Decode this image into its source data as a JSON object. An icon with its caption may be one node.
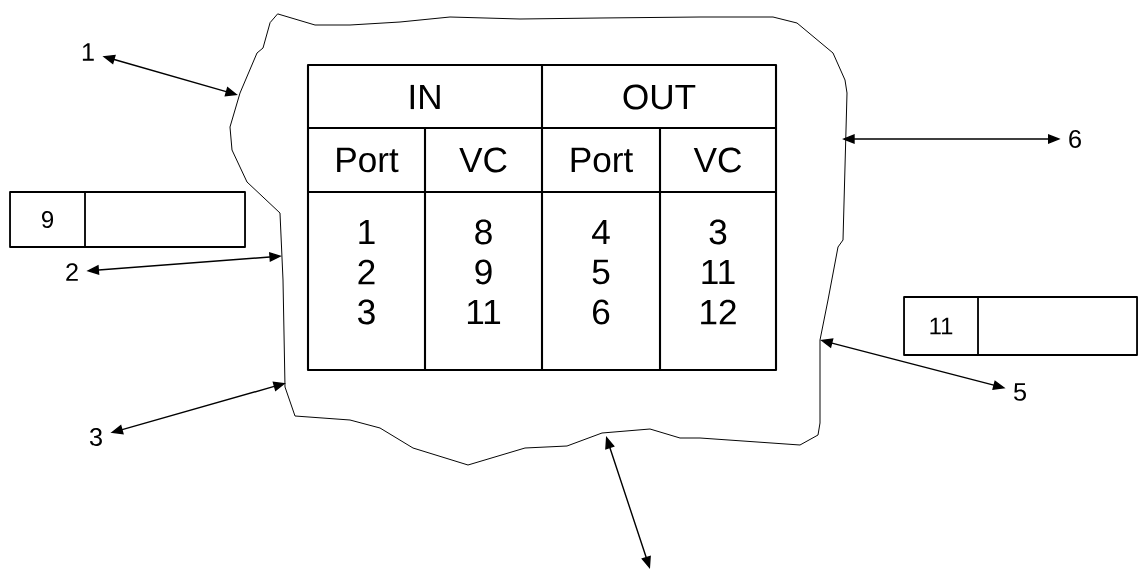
{
  "diagram": {
    "nodes": [
      {
        "text": [],
        "shape": "cloud"
      },
      {
        "text": [
          "1"
        ]
      },
      {
        "text": [
          "6"
        ]
      },
      {
        "text": [
          "9"
        ]
      },
      {
        "text": [
          "2"
        ]
      },
      {
        "text": [
          "11"
        ]
      },
      {
        "text": [
          "5"
        ]
      },
      {
        "text": [
          "3"
        ]
      }
    ],
    "edges": [
      {
        "from": 0,
        "to": 1,
        "arrow": "both"
      },
      {
        "from": 0,
        "to": 2,
        "arrow": "both"
      },
      {
        "from": 0,
        "to": 4,
        "arrow": "both"
      },
      {
        "from": 0,
        "to": 6,
        "arrow": "both"
      },
      {
        "from": 0,
        "to": 7,
        "arrow": "both"
      },
      {
        "from": 0,
        "to": null,
        "arrow": "both"
      }
    ],
    "labels": [
      "IN",
      "OUT",
      "Port",
      "VC",
      "Port",
      "VC",
      "1",
      "8",
      "4",
      "3",
      "2",
      "9",
      "5",
      "11",
      "3",
      "11",
      "6",
      "12"
    ]
  }
}
